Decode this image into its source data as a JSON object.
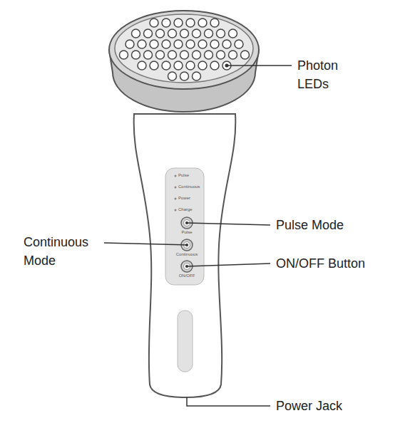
{
  "diagram": {
    "labels": [
      "Photon LEDs",
      "Pulse Mode",
      "Continuous Mode",
      "ON/OFF Button",
      "Power Jack",
      "Pulse",
      "Continuous",
      "Power",
      "Charge",
      "Pulse",
      "Continuous",
      "ON/OFF"
    ]
  }
}
